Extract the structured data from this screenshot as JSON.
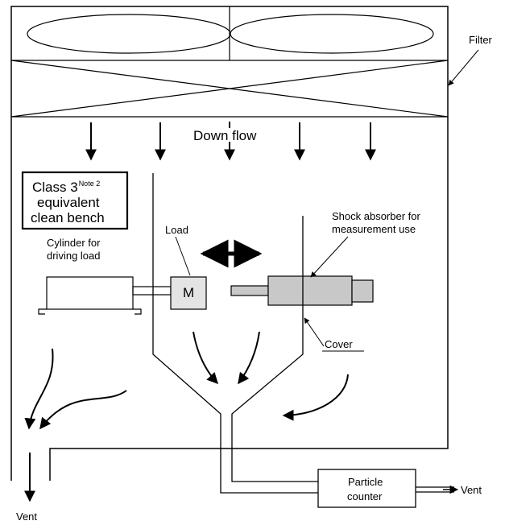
{
  "labels": {
    "filter": "Filter",
    "down_flow": "Down flow",
    "class_main": "Class 3",
    "class_note": "Note 2",
    "class_line2": "equivalent",
    "class_line3": "clean bench",
    "load": "Load",
    "cylinder_line1": "Cylinder for",
    "cylinder_line2": "driving load",
    "motor": "M",
    "shock_line1": "Shock absorber for",
    "shock_line2": "measurement use",
    "cover": "Cover",
    "particle_line1": "Particle",
    "particle_line2": "counter",
    "vent_bottom": "Vent",
    "vent_right": "Vent"
  },
  "colors": {
    "stroke": "#000000",
    "shock_body": "#c8c8c8",
    "motor_fill": "#e4e4e4"
  }
}
